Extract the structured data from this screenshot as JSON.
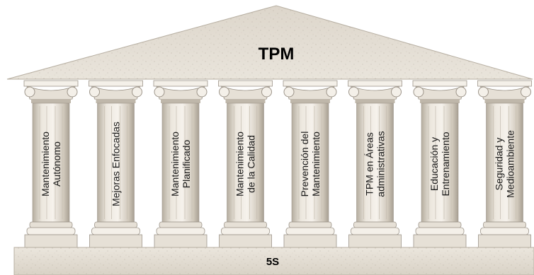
{
  "roof": {
    "title": "TPM"
  },
  "base": {
    "label": "5S"
  },
  "pillars": [
    {
      "lines": [
        "Mantenimiento",
        "Autónomo"
      ]
    },
    {
      "lines": [
        "Mejoras Enfocadas"
      ]
    },
    {
      "lines": [
        "Mantenimiento",
        "Planificado"
      ]
    },
    {
      "lines": [
        "Mantenimiento",
        "de la Calidad"
      ]
    },
    {
      "lines": [
        "Prevención del",
        "Mantenimiento"
      ]
    },
    {
      "lines": [
        "TPM en Áreas",
        "administrativas"
      ]
    },
    {
      "lines": [
        "Educación y",
        "Entrenamiento"
      ]
    },
    {
      "lines": [
        "Seguridad y",
        "Medioambiente"
      ]
    }
  ],
  "colors": {
    "stone": "#e6e0d6",
    "stone_shadow": "#bfb7aa",
    "stone_light": "#f4f0e9",
    "outline": "#9d958a"
  }
}
